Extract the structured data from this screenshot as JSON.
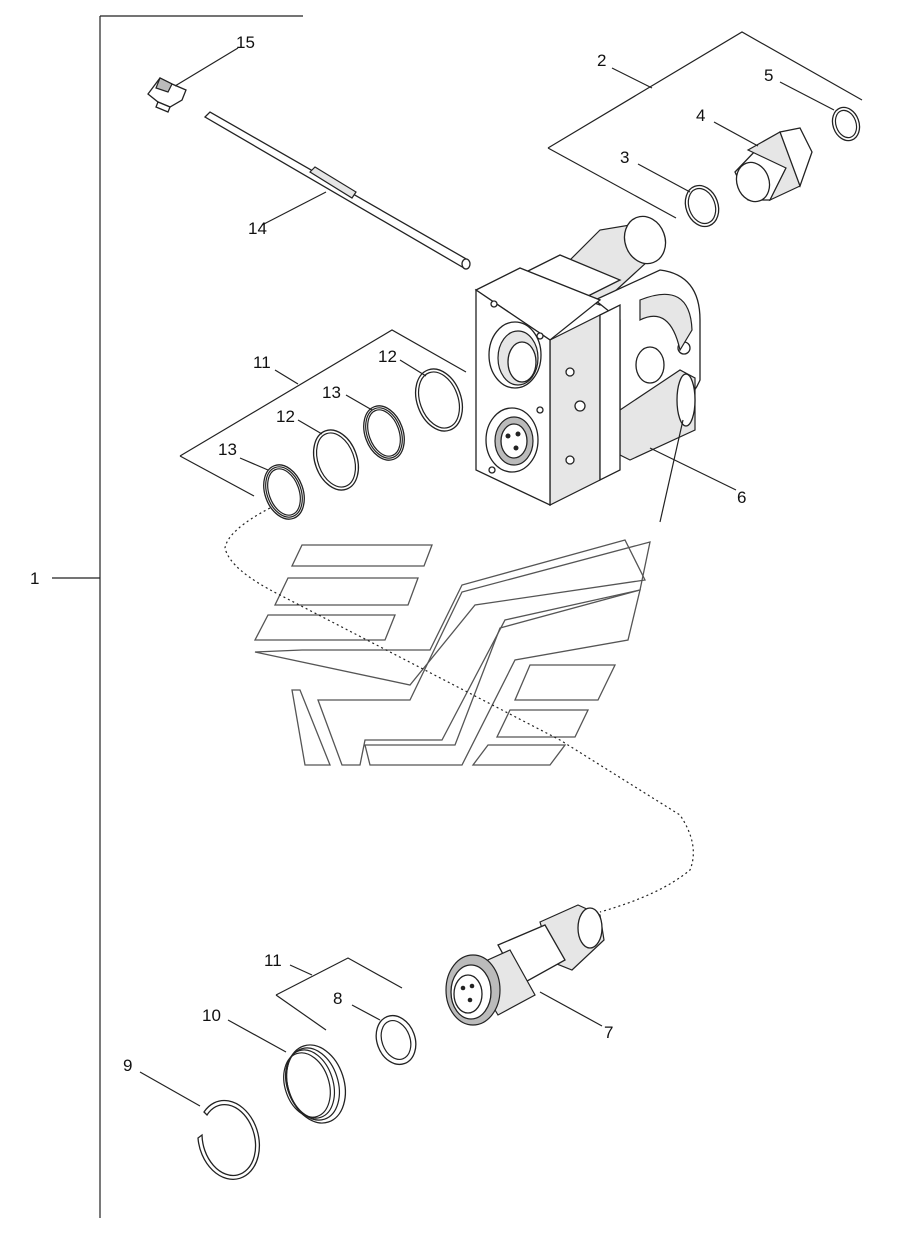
{
  "callouts": {
    "c1": "1",
    "c2": "2",
    "c3": "3",
    "c4": "4",
    "c5": "5",
    "c6": "6",
    "c7": "7",
    "c8": "8",
    "c9": "9",
    "c10": "10",
    "c11a": "11",
    "c11b": "11",
    "c12a": "12",
    "c12b": "12",
    "c13a": "13",
    "c13b": "13",
    "c14": "14",
    "c15": "15"
  }
}
